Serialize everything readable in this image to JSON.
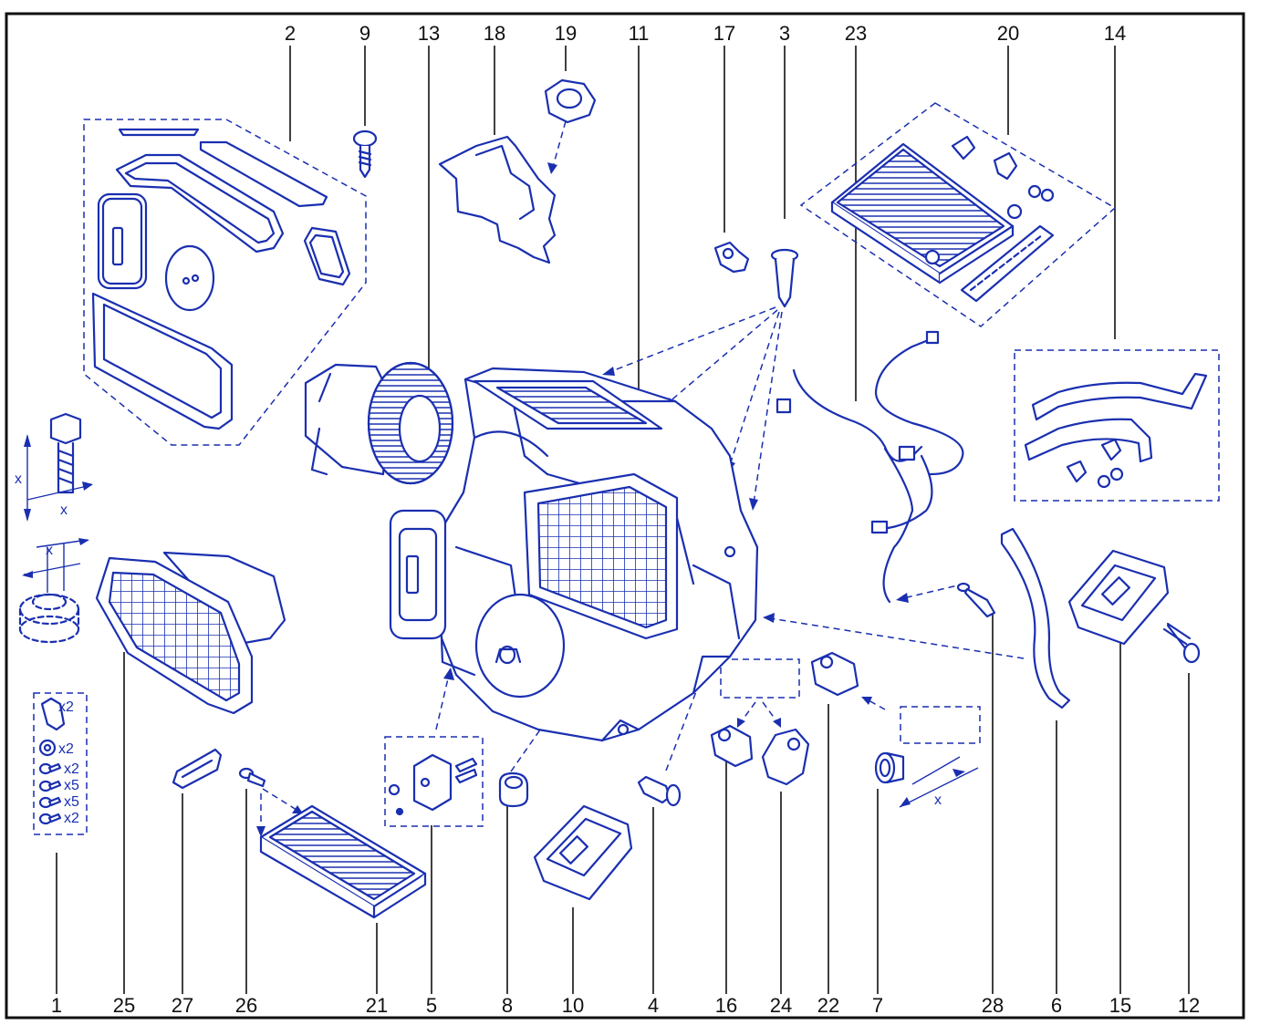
{
  "diagram": {
    "top_labels": [
      "2",
      "9",
      "13",
      "18",
      "19",
      "11",
      "17",
      "3",
      "23",
      "20",
      "14"
    ],
    "bottom_labels": [
      "1",
      "25",
      "27",
      "26",
      "21",
      "5",
      "8",
      "10",
      "4",
      "16",
      "24",
      "22",
      "7",
      "28",
      "6",
      "15",
      "12"
    ],
    "kit_multipliers": [
      "x2",
      "x2",
      "x2",
      "x5",
      "x5",
      "x2"
    ],
    "dimension_marks": [
      "x",
      "x",
      "x",
      "x"
    ],
    "colors": {
      "line": "#1a2fb0",
      "frame": "#111111",
      "label": "#111111",
      "background": "#ffffff"
    }
  }
}
